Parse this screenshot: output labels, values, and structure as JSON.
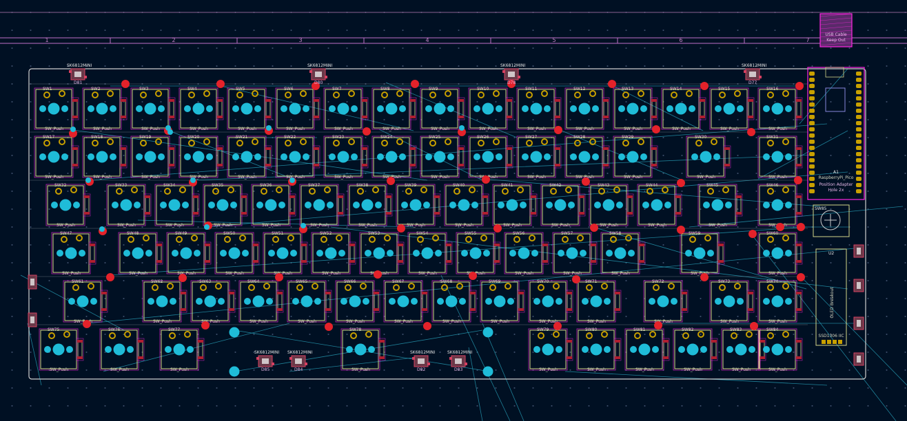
{
  "board": {
    "ruler_numbers": [
      "1",
      "2",
      "3",
      "4",
      "5",
      "6",
      "7"
    ],
    "switch_footprint_value": "SW_Push",
    "led_part_label": "SK6812MINI",
    "leds_top": [
      {
        "ref": "D81",
        "label": "SK6812MINI"
      },
      {
        "ref": "D80",
        "label": "SK6812MINI"
      },
      {
        "ref": "D78",
        "label": "SK6812MINI"
      },
      {
        "ref": "D77",
        "label": "SK6812MINI"
      }
    ],
    "leds_bottom": [
      {
        "ref": "D85",
        "label": "SK6812MINI"
      },
      {
        "ref": "D84",
        "label": "SK6812MINI"
      },
      {
        "ref": "D82",
        "label": "SK6812MINI"
      },
      {
        "ref": "D83",
        "label": "SK6812MINI"
      }
    ],
    "usb_label_1": "USB Cable",
    "usb_label_2": "Keep Out",
    "mcu_ref": "A1",
    "mcu_name": "RaspberryPi_Pico",
    "mcu_note_1": "Position Adapter",
    "mcu_note_2": "Hole 2x",
    "oled_ref": "U2",
    "oled_label": "OLED Breakout",
    "oled_module": "SSD1306 IIC",
    "encoder_ref": "SW85",
    "rows": [
      [
        "SW1",
        "SW2",
        "SW3",
        "SW4",
        "SW5",
        "SW6",
        "SW7",
        "SW8",
        "SW9",
        "SW10",
        "SW11",
        "SW12",
        "SW13",
        "SW14",
        "SW15",
        "SW16"
      ],
      [
        "SW17",
        "SW18",
        "SW19",
        "SW20",
        "SW21",
        "SW22",
        "SW23",
        "SW24",
        "SW25",
        "SW26",
        "SW27",
        "SW28",
        "SW29",
        "SW30",
        "SW31"
      ],
      [
        "SW32",
        "SW33",
        "SW34",
        "SW35",
        "SW36",
        "SW37",
        "SW38",
        "SW39",
        "SW40",
        "SW41",
        "SW42",
        "SW43",
        "SW44",
        "SW45",
        "SW46"
      ],
      [
        "SW47",
        "SW48",
        "SW49",
        "SW50",
        "SW51",
        "SW52",
        "SW53",
        "SW54",
        "SW55",
        "SW56",
        "SW57",
        "SW58",
        "SW59",
        "SW60"
      ],
      [
        "SW61",
        "SW62",
        "SW63",
        "SW64",
        "SW65",
        "SW66",
        "SW67",
        "SW68",
        "SW69",
        "SW70",
        "SW71",
        "SW72",
        "SW73",
        "SW74"
      ],
      [
        "SW75",
        "SW76",
        "SW77",
        "SW78",
        "SW79",
        "SW80",
        "SW81",
        "SW82",
        "SW83",
        "SW84"
      ]
    ],
    "diode_prefix": "D",
    "colors": {
      "background": "#001023",
      "fab_yellow": "#d6d68a",
      "courtyard_pink": "#ff26e2",
      "pad_cyan": "#1fbcd8",
      "pad_gold": "#c8a000",
      "via_red": "#e4222a",
      "ratsnest": "#2aa7c0",
      "outline": "#d0d0d0"
    }
  }
}
